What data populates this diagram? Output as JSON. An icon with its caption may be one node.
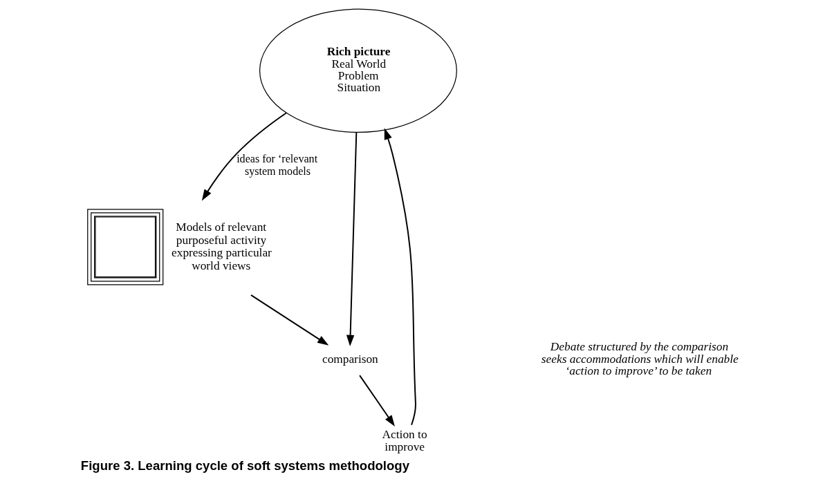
{
  "diagram": {
    "caption": "Figure 3. Learning cycle of soft systems methodology",
    "nodes": [
      {
        "text": [
          "Rich picture",
          "Real World Problem Situation"
        ]
      },
      {
        "text": [],
        "shape": "box",
        "beside": [
          "Models of relevant purposeful activity expressing particular world views"
        ]
      },
      {
        "text": [
          "Action to improve"
        ]
      },
      {
        "text": [
          "comparison"
        ]
      }
    ],
    "edges": [
      {
        "from": 0,
        "to": 1,
        "arrow": "to",
        "label": "ideas for ‘relevant system models"
      },
      {
        "from": 1,
        "to": 3,
        "arrow": "to"
      },
      {
        "from": 0,
        "to": 3,
        "arrow": "to"
      },
      {
        "from": 3,
        "to": 2,
        "arrow": "to"
      },
      {
        "from": 2,
        "to": 0,
        "arrow": "to"
      }
    ],
    "labels": [
      "Debate structured by the comparison seeks accommodations which will enable ‘action to improve’ to be taken"
    ]
  }
}
